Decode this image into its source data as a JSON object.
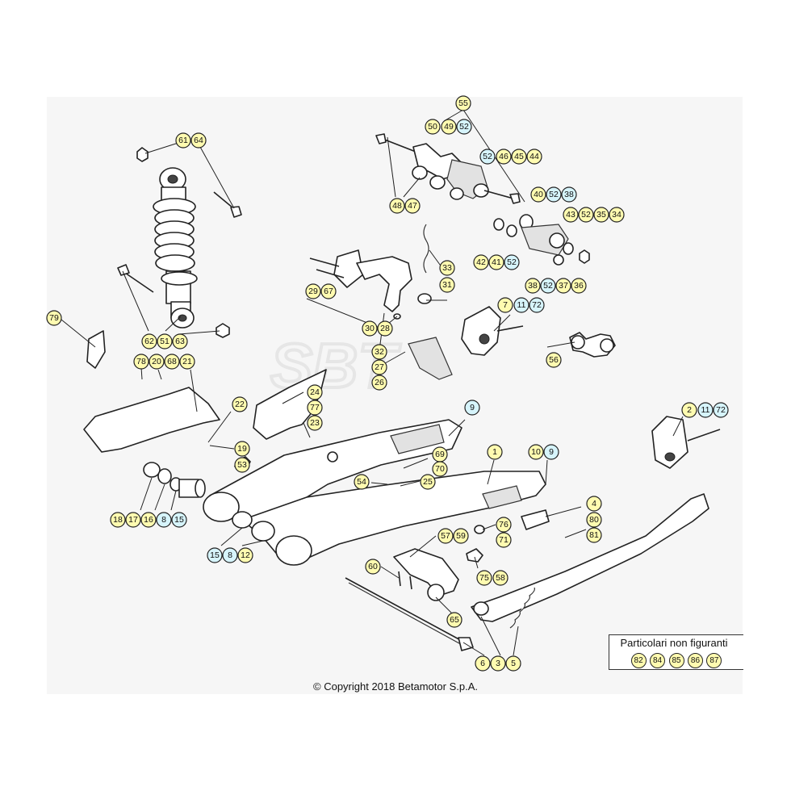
{
  "callouts_top_right": [
    "55",
    "50",
    "49",
    "52",
    "52",
    "46",
    "45",
    "44",
    "40",
    "52",
    "38",
    "43",
    "52",
    "35",
    "34",
    "42",
    "41",
    "52",
    "38",
    "52",
    "37",
    "36",
    "48",
    "47"
  ],
  "callouts_shock": [
    "61",
    "64",
    "62",
    "51",
    "63",
    "78",
    "20",
    "68",
    "21",
    "79"
  ],
  "callouts_center": [
    "33",
    "31",
    "29",
    "67",
    "30",
    "28",
    "32",
    "27",
    "26",
    "7",
    "11",
    "72",
    "56",
    "24",
    "77",
    "23",
    "22",
    "19",
    "53"
  ],
  "callouts_swingarm": [
    "9",
    "1",
    "10",
    "9",
    "69",
    "70",
    "54",
    "25",
    "2",
    "11",
    "72",
    "4",
    "80",
    "81",
    "76",
    "71",
    "57",
    "59",
    "75",
    "58",
    "60",
    "65",
    "18",
    "17",
    "16",
    "8",
    "15",
    "15",
    "8",
    "12",
    "6",
    "3",
    "5"
  ],
  "legend": {
    "title": "Particolari non figuranti",
    "numbers": [
      "82",
      "84",
      "85",
      "86",
      "87"
    ]
  },
  "copyright": "© Copyright 2018 Betamotor S.p.A."
}
